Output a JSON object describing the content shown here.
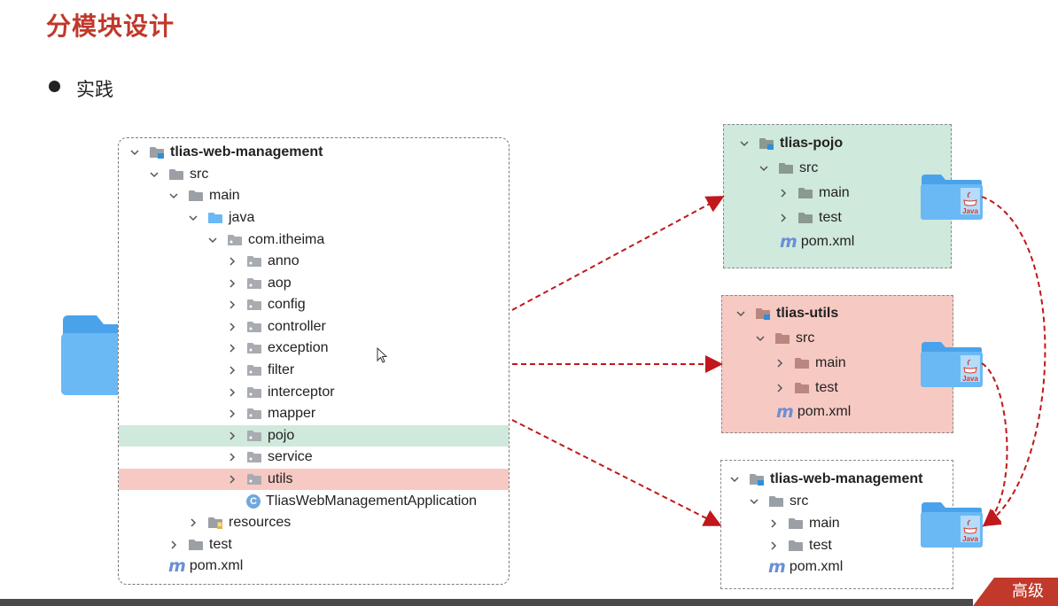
{
  "slide": {
    "title": "分模块设计",
    "bullet": "实践"
  },
  "main_tree": {
    "root": "tlias-web-management",
    "src": "src",
    "main": "main",
    "java": "java",
    "package": "com.itheima",
    "packages": [
      "anno",
      "aop",
      "config",
      "controller",
      "exception",
      "filter",
      "interceptor",
      "mapper",
      "pojo",
      "service",
      "utils"
    ],
    "app_class": "TliasWebManagementApplication",
    "resources": "resources",
    "test": "test",
    "pom": "pom.xml"
  },
  "modules": {
    "pojo": {
      "name": "tlias-pojo",
      "src": "src",
      "main": "main",
      "test": "test",
      "pom": "pom.xml"
    },
    "utils": {
      "name": "tlias-utils",
      "src": "src",
      "main": "main",
      "test": "test",
      "pom": "pom.xml"
    },
    "web": {
      "name": "tlias-web-management",
      "src": "src",
      "main": "main",
      "test": "test",
      "pom": "pom.xml"
    }
  },
  "java_icon_label": "Java",
  "badge": "高级",
  "colors": {
    "title": "#c0392b",
    "pojo_bg": "#cfe9dc",
    "utils_bg": "#f7c9c3",
    "arrow": "#c0181b",
    "folder": "#5aaef0"
  }
}
